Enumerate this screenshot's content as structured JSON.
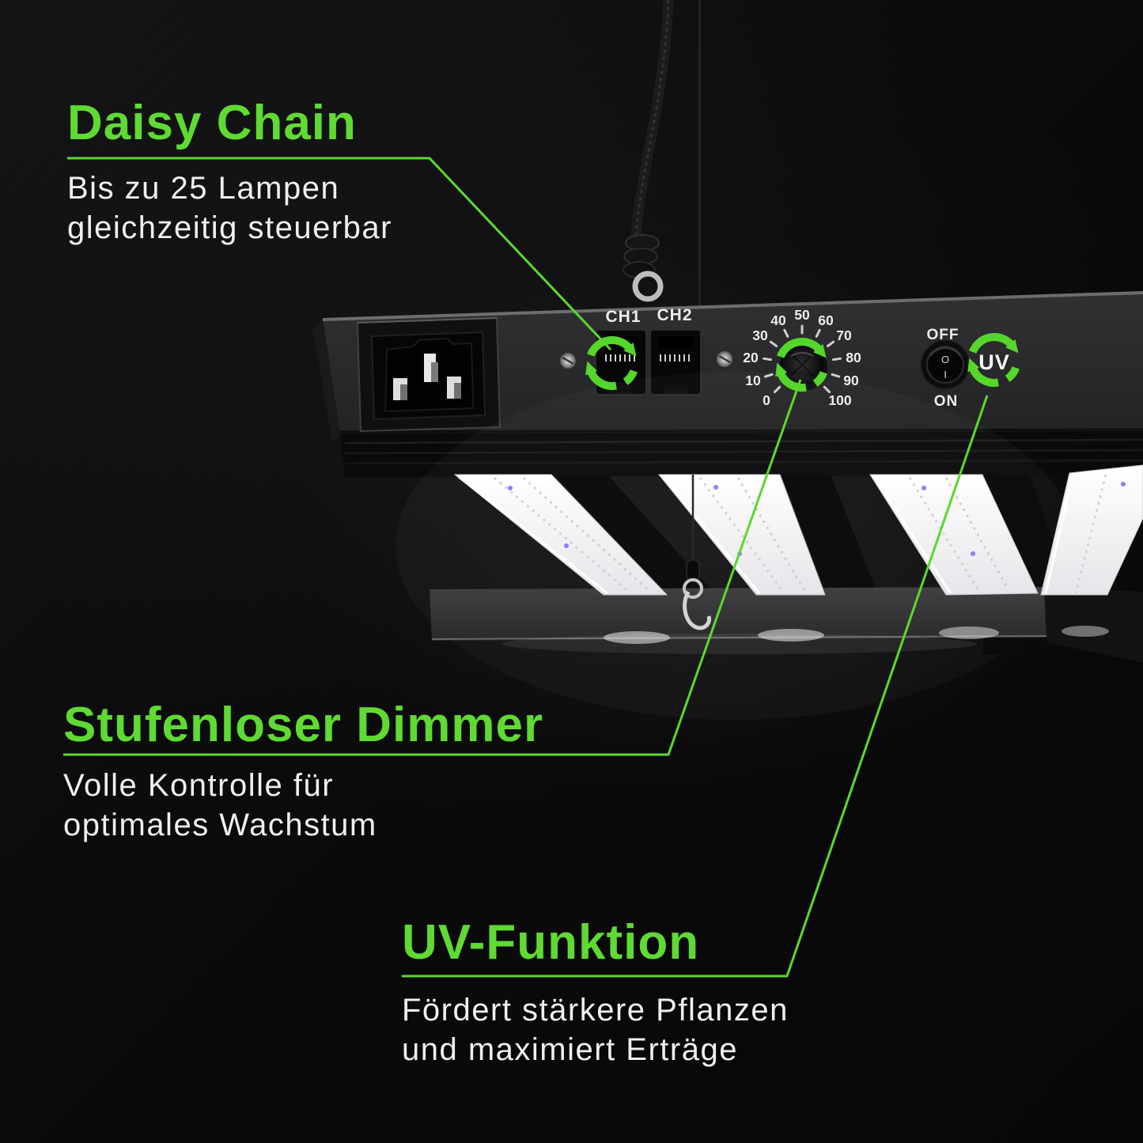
{
  "palette": {
    "accent_green": "#59D92F",
    "text_white": "#EFEFEF",
    "background": "#0B0B0C"
  },
  "callouts": {
    "daisy_chain": {
      "title": "Daisy Chain",
      "line1": "Bis zu 25 Lampen",
      "line2": "gleichzeitig steuerbar"
    },
    "dimmer": {
      "title": "Stufenloser Dimmer",
      "line1": "Volle Kontrolle für",
      "line2": "optimales Wachstum"
    },
    "uv": {
      "title": "UV-Funktion",
      "line1": "Fördert stärkere Pflanzen",
      "line2": "und maximiert Erträge"
    }
  },
  "fixture": {
    "ports": {
      "ch1_label": "CH1",
      "ch2_label": "CH2"
    },
    "dimmer": {
      "scale": [
        "0",
        "10",
        "20",
        "30",
        "40",
        "50",
        "60",
        "70",
        "80",
        "90",
        "100"
      ]
    },
    "power_switch": {
      "off_label": "OFF",
      "on_label": "ON",
      "o_mark": "O",
      "i_mark": "I"
    },
    "uv_label": "UV"
  }
}
